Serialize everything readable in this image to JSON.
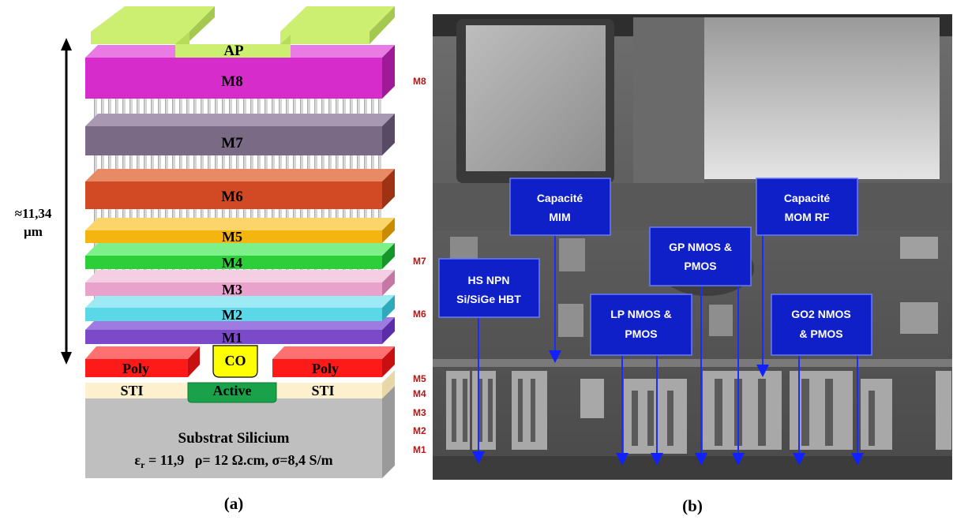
{
  "stack": {
    "layers": {
      "ap": "AP",
      "m8": "M8",
      "m7": "M7",
      "m6": "M6",
      "m5": "M5",
      "m4": "M4",
      "m3": "M3",
      "m2": "M2",
      "m1": "M1",
      "poly_left": "Poly",
      "co": "CO",
      "poly_right": "Poly",
      "sti_left": "STI",
      "active": "Active",
      "sti_right": "STI"
    },
    "substrate": {
      "title": "Substrat Silicium",
      "eps_symbol": "ε",
      "eps_sub": "r",
      "props": " = 11,9   ρ= 12 Ω.cm, σ=8,4 S/m"
    },
    "thickness": {
      "value": "≈11,34",
      "unit": "µm"
    },
    "caption": "(a)",
    "colors": {
      "ap": "#ccef72",
      "m8": "#d52ccb",
      "m7": "#7a6a85",
      "m6": "#d24a24",
      "m5": "#f4b510",
      "m4": "#2ccf3a",
      "m3": "#e8a2cc",
      "m2": "#5ad8e8",
      "m1": "#7b4ac8",
      "poly": "#ff1a1a",
      "co": "#ffff00",
      "active": "#1aa24a",
      "sti": "#fdf0cf",
      "substrate": "#bfbfbf"
    }
  },
  "sem": {
    "level_labels": {
      "m8": "M8",
      "m7": "M7",
      "m6": "M6",
      "m5": "M5",
      "m4": "M4",
      "m3": "M3",
      "m2": "M2",
      "m1": "M1"
    },
    "boxes": {
      "cap_mim": {
        "line1": "Capacité",
        "line2": "MIM"
      },
      "hs_npn": {
        "line1": "HS NPN",
        "line2": "Si/SiGe HBT"
      },
      "lp_nmos": {
        "line1": "LP NMOS &",
        "line2": "PMOS"
      },
      "gp_nmos": {
        "line1": "GP NMOS &",
        "line2": "PMOS"
      },
      "cap_mom": {
        "line1": "Capacité",
        "line2": "MOM RF"
      },
      "go2_nmos": {
        "line1": "GO2 NMOS",
        "line2": "& PMOS"
      }
    },
    "caption": "(b)",
    "colors": {
      "box": "#1020c8",
      "label": "#b01818",
      "arrow": "#1020ff"
    }
  }
}
